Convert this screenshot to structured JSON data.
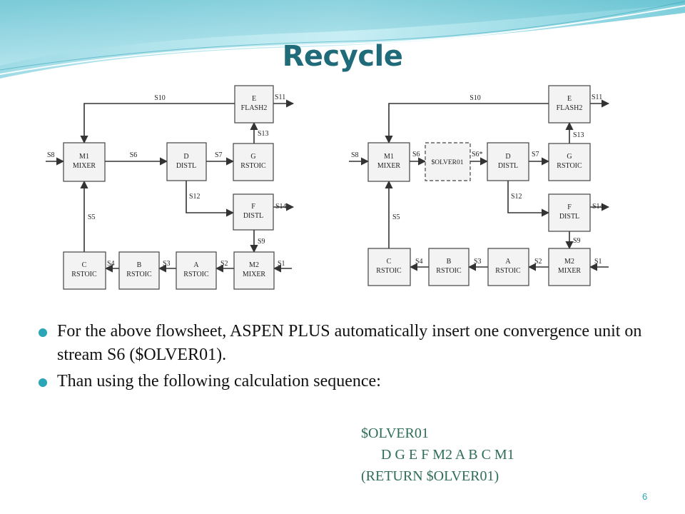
{
  "slide": {
    "title": "Recycle",
    "page_number": "6",
    "accent_color": "#2aa6b6",
    "title_color": "#1f6b7a"
  },
  "bullets": [
    "For the above flowsheet, ASPEN PLUS automatically insert one convergence unit on stream S6 ($OLVER01).",
    "Than using the following calculation sequence:"
  ],
  "sequence": {
    "line1": "$OLVER01",
    "line2": "D G E F M2 A B C M1",
    "line3": "(RETURN $OLVER01)"
  },
  "flowsheet_left": {
    "blocks": {
      "e": [
        "E",
        "FLASH2"
      ],
      "m1": [
        "M1",
        "MIXER"
      ],
      "d": [
        "D",
        "DISTL"
      ],
      "g": [
        "G",
        "RSTOIC"
      ],
      "f": [
        "F",
        "DISTL"
      ],
      "c": [
        "C",
        "RSTOIC"
      ],
      "b": [
        "B",
        "RSTOIC"
      ],
      "a": [
        "A",
        "RSTOIC"
      ],
      "m2": [
        "M2",
        "MIXER"
      ]
    },
    "streams": [
      "S10",
      "S11",
      "S13",
      "S8",
      "S6",
      "S7",
      "S12",
      "S14",
      "S5",
      "S9",
      "S4",
      "S3",
      "S2",
      "S1"
    ]
  },
  "flowsheet_right": {
    "blocks": {
      "e": [
        "E",
        "FLASH2"
      ],
      "m1": [
        "M1",
        "MIXER"
      ],
      "solver": [
        "$OLVER01"
      ],
      "d": [
        "D",
        "DISTL"
      ],
      "g": [
        "G",
        "RSTOIC"
      ],
      "f": [
        "F",
        "DISTL"
      ],
      "c": [
        "C",
        "RSTOIC"
      ],
      "b": [
        "B",
        "RSTOIC"
      ],
      "a": [
        "A",
        "RSTOIC"
      ],
      "m2": [
        "M2",
        "MIXER"
      ]
    },
    "streams": [
      "S10",
      "S11",
      "S13",
      "S8",
      "S6",
      "S6*",
      "S7",
      "S12",
      "S14",
      "S5",
      "S9",
      "S4",
      "S3",
      "S2",
      "S1"
    ]
  }
}
